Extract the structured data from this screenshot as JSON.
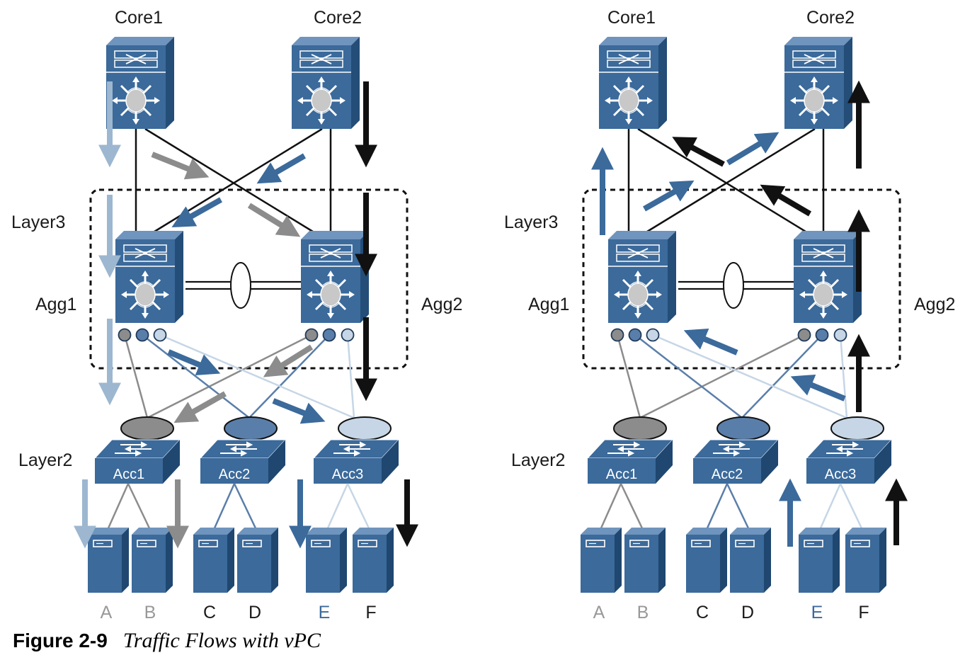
{
  "panels": [
    {
      "id": "left",
      "nodes": {
        "core1": "Core1",
        "core2": "Core2",
        "agg1": "Agg1",
        "agg2": "Agg2",
        "layer3": "Layer3",
        "layer2": "Layer2",
        "acc1": "Acc1",
        "acc2": "Acc2",
        "acc3": "Acc3"
      },
      "servers": [
        "A",
        "B",
        "C",
        "D",
        "E",
        "F"
      ]
    },
    {
      "id": "right",
      "nodes": {
        "core1": "Core1",
        "core2": "Core2",
        "agg1": "Agg1",
        "agg2": "Agg2",
        "layer3": "Layer3",
        "layer2": "Layer2",
        "acc1": "Acc1",
        "acc2": "Acc2",
        "acc3": "Acc3"
      },
      "servers": [
        "A",
        "B",
        "C",
        "D",
        "E",
        "F"
      ]
    }
  ],
  "caption": {
    "number": "Figure 2-9",
    "title": "Traffic Flows with vPC"
  },
  "colors": {
    "device": "#3b6a9b",
    "device_dark": "#1f4770",
    "port_gray": "#8c8c8c",
    "port_mid": "#5a7eaa",
    "port_light": "#c6d6e6",
    "flow_light_blue": "#9db7d0",
    "flow_gray": "#8c8c8c",
    "flow_blue": "#3b6a9b",
    "flow_black": "#111111",
    "server_label_gray": "#999999",
    "server_label_blue": "#3b6a9b",
    "server_label_black": "#1a1a1a"
  },
  "server_label_colors": [
    "server_label_gray",
    "server_label_gray",
    "server_label_black",
    "server_label_black",
    "server_label_blue",
    "server_label_black"
  ]
}
